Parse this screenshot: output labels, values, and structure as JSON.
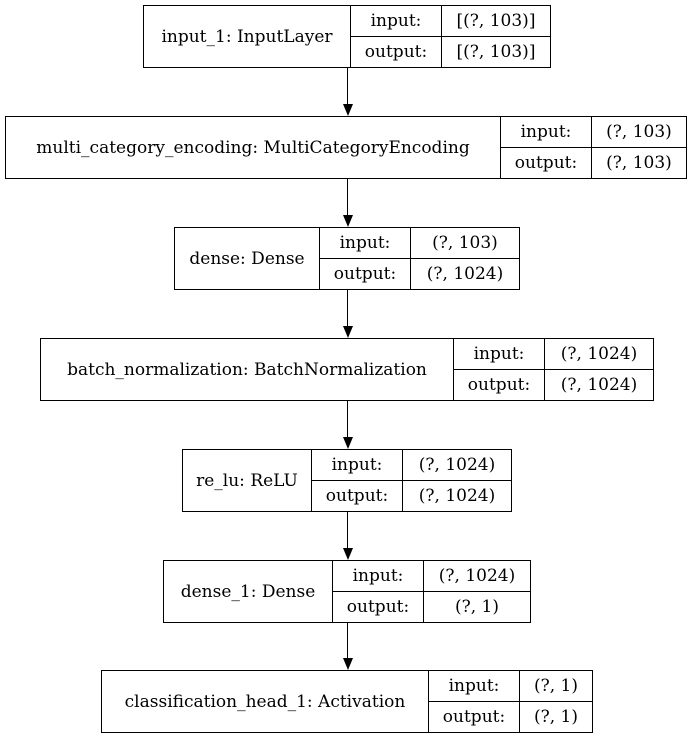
{
  "diagram": {
    "nodes": [
      {
        "id": "n1",
        "label": "input_1: InputLayer",
        "input_label": "input:",
        "input_value": "[(?, 103)]",
        "output_label": "output:",
        "output_value": "[(?, 103)]"
      },
      {
        "id": "n2",
        "label": "multi_category_encoding: MultiCategoryEncoding",
        "input_label": "input:",
        "input_value": "(?, 103)",
        "output_label": "output:",
        "output_value": "(?, 103)"
      },
      {
        "id": "n3",
        "label": "dense: Dense",
        "input_label": "input:",
        "input_value": "(?, 103)",
        "output_label": "output:",
        "output_value": "(?, 1024)"
      },
      {
        "id": "n4",
        "label": "batch_normalization: BatchNormalization",
        "input_label": "input:",
        "input_value": "(?, 1024)",
        "output_label": "output:",
        "output_value": "(?, 1024)"
      },
      {
        "id": "n5",
        "label": "re_lu: ReLU",
        "input_label": "input:",
        "input_value": "(?, 1024)",
        "output_label": "output:",
        "output_value": "(?, 1024)"
      },
      {
        "id": "n6",
        "label": "dense_1: Dense",
        "input_label": "input:",
        "input_value": "(?, 1024)",
        "output_label": "output:",
        "output_value": "(?, 1)"
      },
      {
        "id": "n7",
        "label": "classification_head_1: Activation",
        "input_label": "input:",
        "input_value": "(?, 1)",
        "output_label": "output:",
        "output_value": "(?, 1)"
      }
    ],
    "edges": [
      {
        "from": "n1",
        "to": "n2"
      },
      {
        "from": "n2",
        "to": "n3"
      },
      {
        "from": "n3",
        "to": "n4"
      },
      {
        "from": "n4",
        "to": "n5"
      },
      {
        "from": "n5",
        "to": "n6"
      },
      {
        "from": "n6",
        "to": "n7"
      }
    ]
  }
}
